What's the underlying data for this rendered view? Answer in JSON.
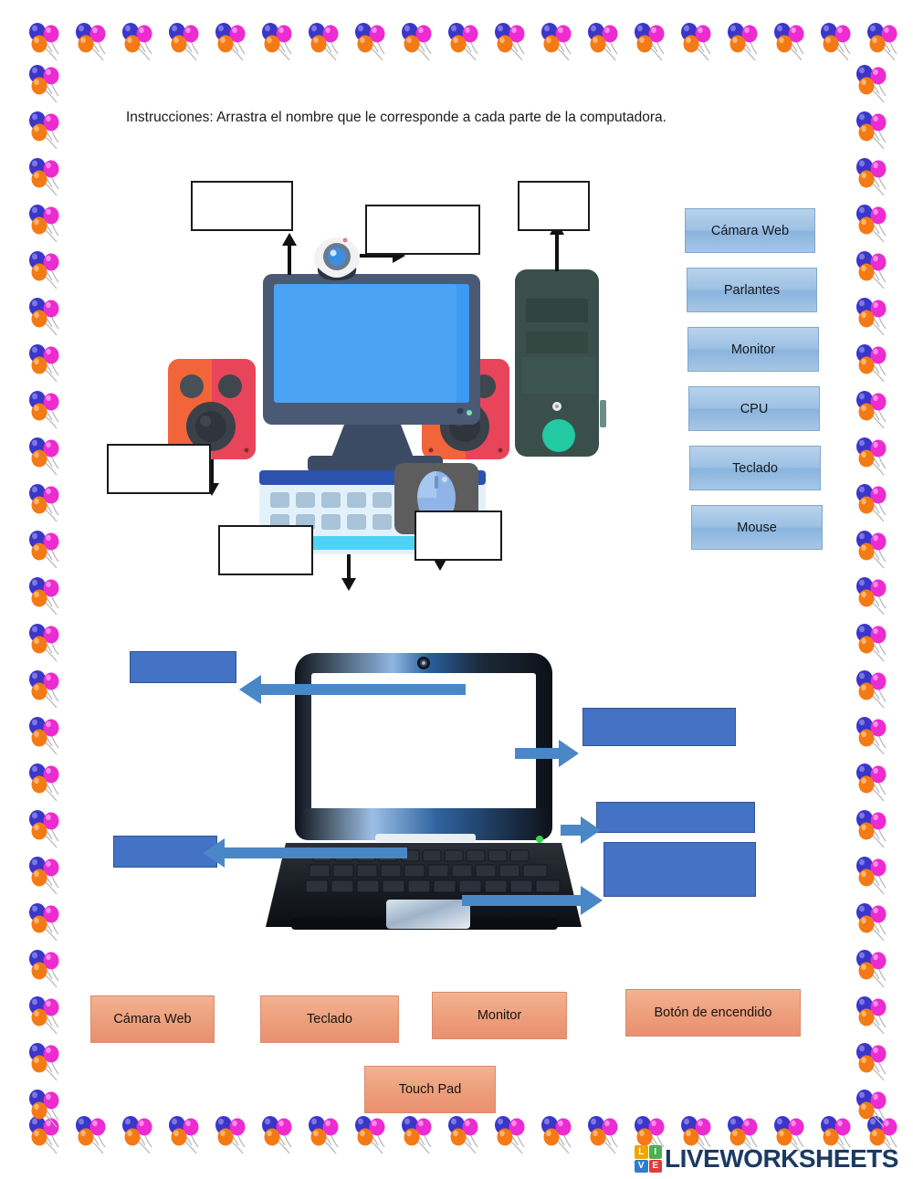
{
  "page": {
    "instructions": "Instrucciones: Arrastra el nombre que le corresponde a cada parte de la computadora."
  },
  "desktop_section": {
    "answer_boxes": [
      {
        "name": "monitor-answer-box",
        "value": ""
      },
      {
        "name": "webcam-answer-box",
        "value": ""
      },
      {
        "name": "cpu-answer-box",
        "value": ""
      },
      {
        "name": "speaker-answer-box",
        "value": ""
      },
      {
        "name": "keyboard-answer-box",
        "value": ""
      },
      {
        "name": "mouse-answer-box",
        "value": ""
      }
    ],
    "word_bank": [
      {
        "label": "Cámara Web"
      },
      {
        "label": "Parlantes"
      },
      {
        "label": "Monitor"
      },
      {
        "label": "CPU"
      },
      {
        "label": "Teclado"
      },
      {
        "label": "Mouse"
      }
    ]
  },
  "laptop_section": {
    "drop_boxes": [
      {
        "name": "laptop-webcam-drop",
        "value": ""
      },
      {
        "name": "laptop-monitor-drop",
        "value": ""
      },
      {
        "name": "laptop-power-drop",
        "value": ""
      },
      {
        "name": "laptop-touchpad-drop",
        "value": ""
      },
      {
        "name": "laptop-keyboard-drop",
        "value": ""
      }
    ],
    "word_bank": [
      {
        "label": "Cámara Web"
      },
      {
        "label": "Teclado"
      },
      {
        "label": "Monitor"
      },
      {
        "label": "Botón de encendido"
      },
      {
        "label": "Touch Pad"
      }
    ]
  },
  "footer": {
    "logo_squares": [
      {
        "letter": "L",
        "color": "#f0a500"
      },
      {
        "letter": "I",
        "color": "#4caf50"
      },
      {
        "letter": "V",
        "color": "#2e7dd1"
      },
      {
        "letter": "E",
        "color": "#e23b3b"
      }
    ],
    "logo_text": "LIVEWORKSHEETS"
  },
  "colors": {
    "blue_chip": "#9dc1e4",
    "orange_chip": "#eda07d",
    "drop_blue": "#4472C4",
    "logo_navy": "#1b3a63",
    "balloon_blue": "#3b35c9",
    "balloon_magenta": "#ec2bd0",
    "balloon_orange": "#f47a16"
  }
}
